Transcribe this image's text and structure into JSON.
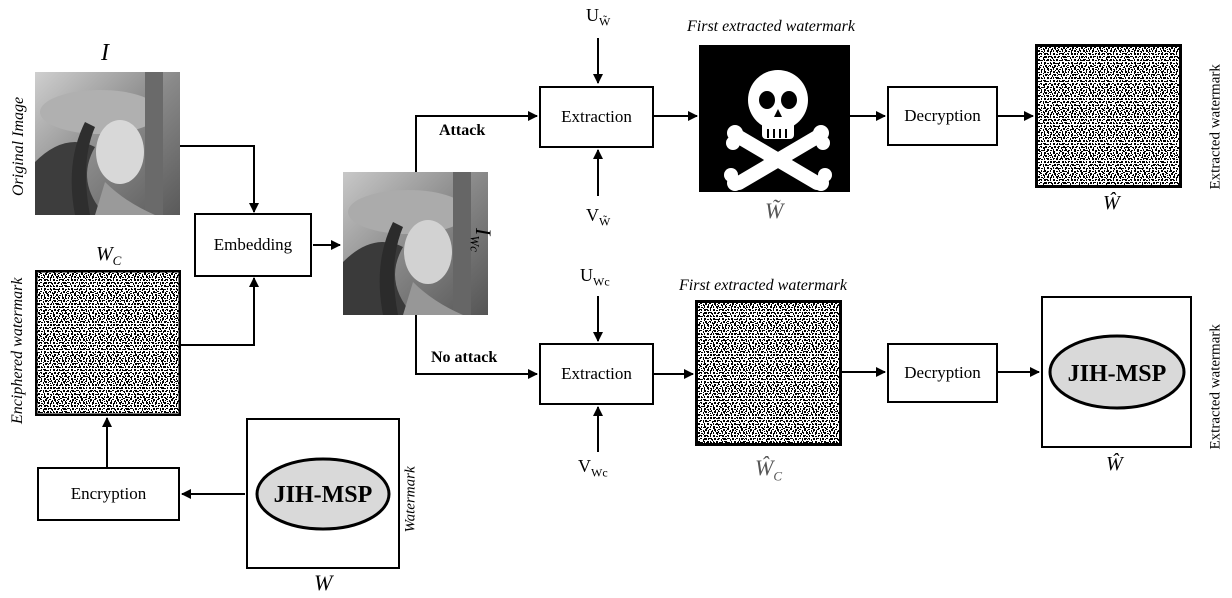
{
  "left": {
    "original_image_symbol": "I",
    "original_image_label": "Original Image",
    "enciphered_symbol": "W",
    "enciphered_symbol_sub": "C",
    "enciphered_label": "Enciphered watermark",
    "embedding_label": "Embedding",
    "watermarked_symbol": "I",
    "watermarked_symbol_sub": "Wc",
    "encryption_label": "Encryption",
    "watermark_logo": "JIH-MSP",
    "watermark_label": "Watermark",
    "watermark_symbol": "W"
  },
  "top_branch": {
    "branch_label": "Attack",
    "u_key": "U",
    "u_key_sub": "W̃",
    "v_key": "V",
    "v_key_sub": "W̃",
    "extraction_label": "Extraction",
    "first_extracted_title": "First extracted watermark",
    "first_symbol": "W̃",
    "decryption_label": "Decryption",
    "extracted_symbol": "Ŵ",
    "extracted_label": "Extracted watermark"
  },
  "bottom_branch": {
    "branch_label": "No attack",
    "u_key": "U",
    "u_key_sub": "Wc",
    "v_key": "V",
    "v_key_sub": "Wc",
    "extraction_label": "Extraction",
    "first_extracted_title": "First extracted watermark",
    "first_symbol": "Ŵ",
    "first_symbol_sub": "C",
    "decryption_label": "Decryption",
    "extracted_logo": "JIH-MSP",
    "extracted_symbol": "Ŵ",
    "extracted_label": "Extracted watermark"
  },
  "icons": {
    "pirate_flag": "skull-and-crossbones-icon",
    "portrait": "portrait-photo"
  }
}
